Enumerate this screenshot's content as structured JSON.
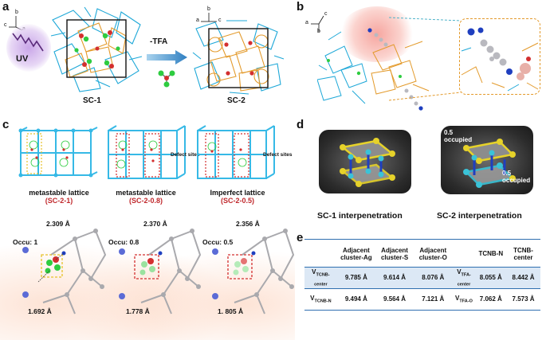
{
  "colors": {
    "cyan": "#1ea8d8",
    "orange": "#e39a2b",
    "red": "#d32f2f",
    "green": "#2ecc40",
    "blue": "#1f3fbf",
    "yellow": "#e6d22a",
    "highlight_row": "#dce8f5"
  },
  "panel_a": {
    "label": "a",
    "axes_sc1": {
      "b": "b",
      "c": "c",
      "a": "a"
    },
    "axes_sc2": {
      "a": "a",
      "b": "b",
      "c": "c"
    },
    "uv_label": "UV",
    "arrow_label": "-TFA",
    "left_caption": "SC-1",
    "right_caption": "SC-2"
  },
  "panel_b": {
    "label": "b",
    "axes": {
      "a": "a",
      "b": "b",
      "c": "c"
    }
  },
  "panel_c": {
    "label": "c",
    "defect_label_1": "Defect sites",
    "defect_label_2": "Defect sites",
    "lattices": [
      {
        "title": "metastable lattice",
        "code": "(SC-2-1)"
      },
      {
        "title": "metastable lattice",
        "code": "(SC-2-0.8)"
      },
      {
        "title": "Imperfect lattice",
        "code": "(SC-2-0.5)"
      }
    ],
    "details": [
      {
        "occu": "Occu: 1",
        "dist_top": "2.309 Å",
        "dist_bottom": "1.692 Å"
      },
      {
        "occu": "Occu: 0.8",
        "dist_top": "2.370 Å",
        "dist_bottom": "1.778 Å"
      },
      {
        "occu": "Occu: 0.5",
        "dist_top": "2.356 Å",
        "dist_bottom": "1. 805 Å"
      }
    ]
  },
  "panel_d": {
    "label": "d",
    "left_title": "SC-1 interpenetration",
    "right_title": "SC-2 interpenetration",
    "occupied_a_num": "0.5",
    "occupied_a_word": "occupied",
    "occupied_b_num": "0.5",
    "occupied_b_word": "occupied"
  },
  "panel_e": {
    "label": "e",
    "headers": [
      "Adjacent cluster-Ag",
      "Adjacent cluster-S",
      "Adjacent cluster-O",
      "TCNB-N",
      "TCNB-center"
    ],
    "row1": {
      "label_main": "V",
      "label_sub": "TCNB-center",
      "v1": "9.785 Å",
      "v2": "9.614 Å",
      "v3": "8.076 Å",
      "label2_main": "V",
      "label2_sub": "TFA-center",
      "v4": "8.055 Å",
      "v5": "8.442 Å"
    },
    "row2": {
      "label_main": "V",
      "label_sub": "TCNB-N",
      "v1": "9.494 Å",
      "v2": "9.564 Å",
      "v3": "7.121 Å",
      "label2_main": "V",
      "label2_sub": "TFA-O",
      "v4": "7.062 Å",
      "v5": "7.573 Å"
    }
  }
}
